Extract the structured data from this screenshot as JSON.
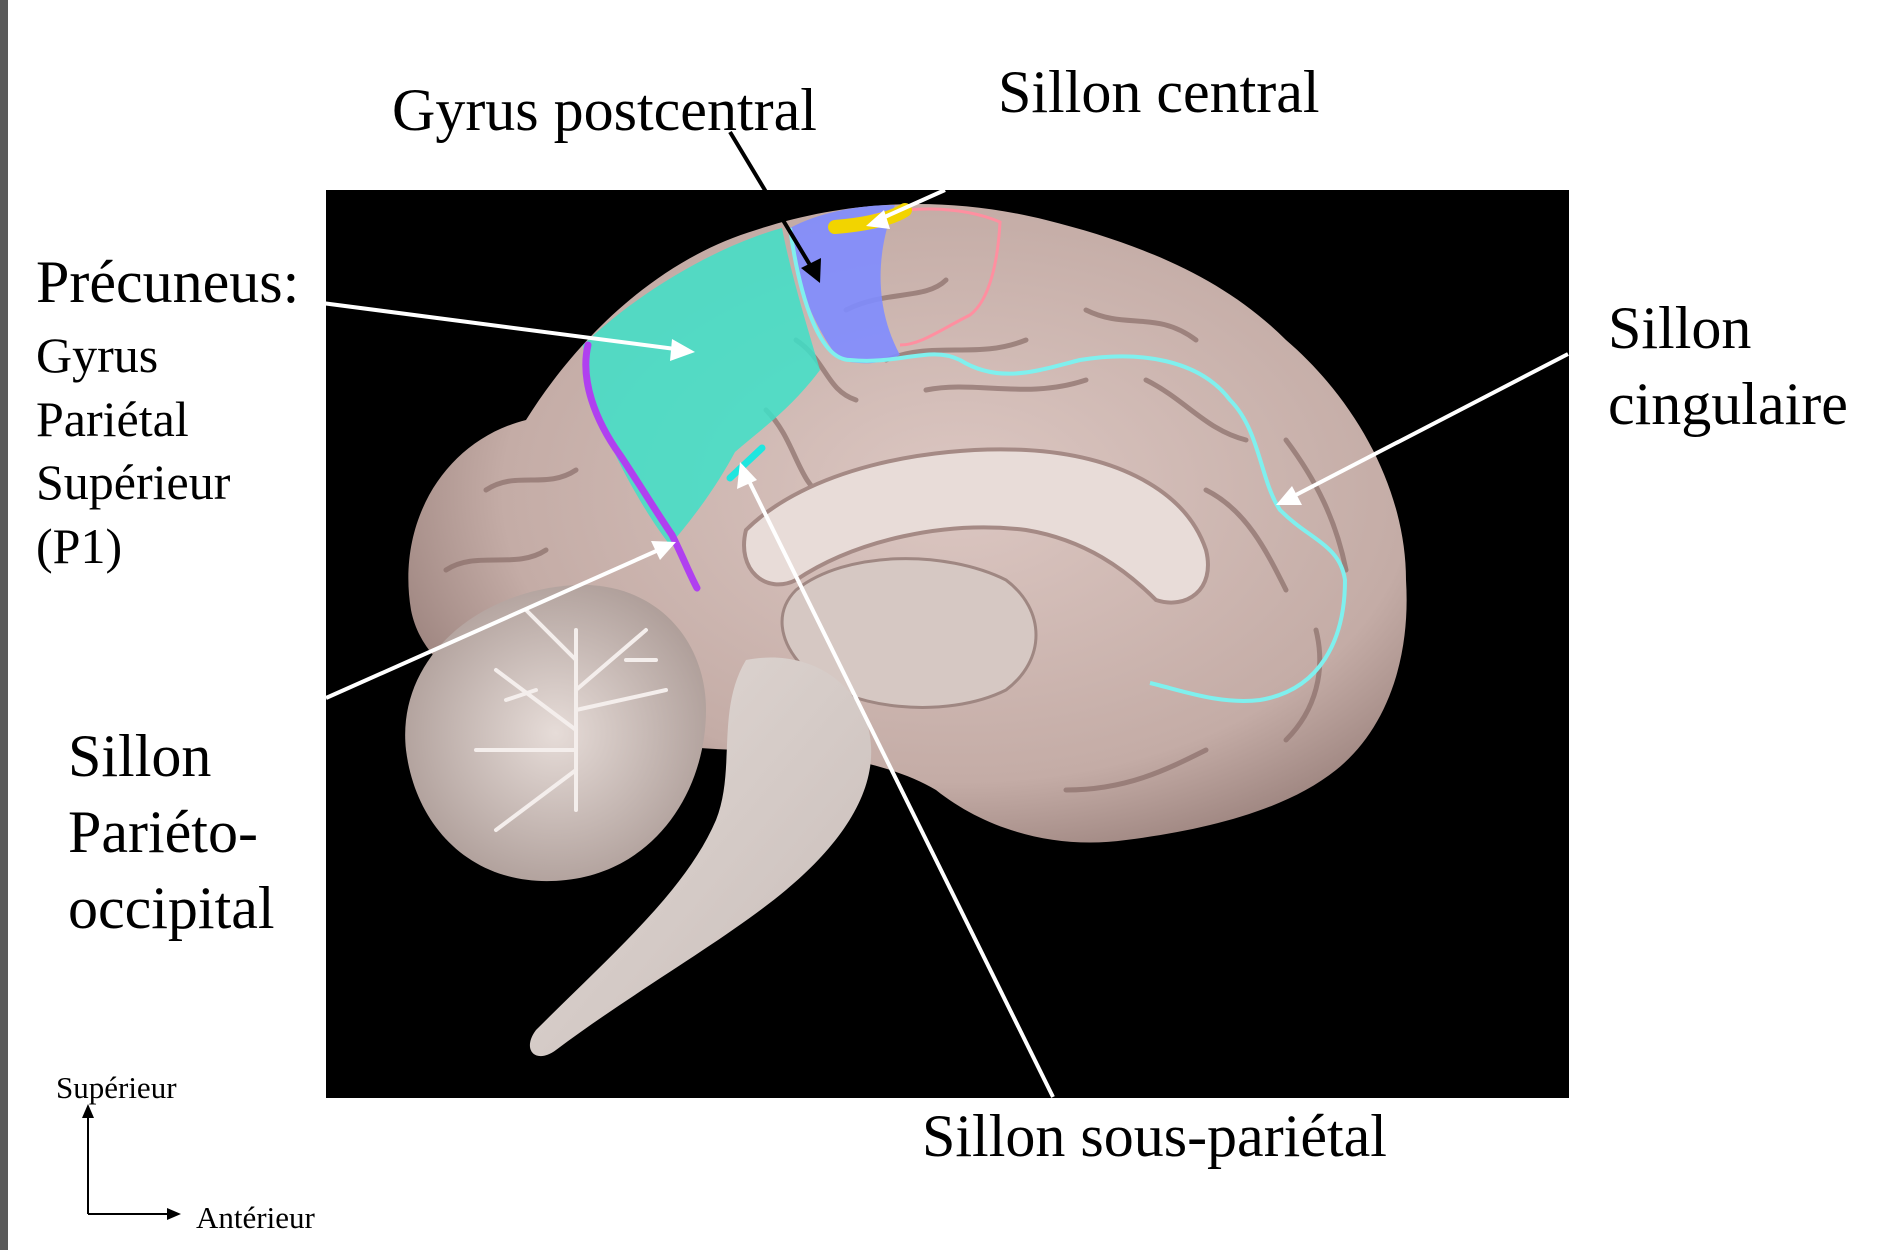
{
  "labels": {
    "gyrus_postcentral": "Gyrus postcentral",
    "sillon_central": "Sillon central",
    "precuneus_title": "Précuneus:",
    "precuneus_lines": [
      "Gyrus",
      "Pariétal",
      "Supérieur",
      "(P1)"
    ],
    "sillon_cingulaire_lines": [
      "Sillon",
      "cingulaire"
    ],
    "sillon_parieto_lines": [
      "Sillon",
      "Pariéto-",
      "occipital"
    ],
    "sillon_sous_parietal": "Sillon sous-pariétal"
  },
  "orientation": {
    "vertical": "Supérieur",
    "horizontal": "Antérieur"
  },
  "colors": {
    "precuneus_fill": "#3ee0c8",
    "postcentral_fill": "#7f8cff",
    "sillon_central": "#f2d400",
    "paracentral_outline": "#ff8fa0",
    "sillon_cingulaire": "#7ff0ee",
    "sillon_parieto_occipital": "#b040f0",
    "sillon_sous_parietal": "#1fe6df",
    "pointer_light": "#ffffff",
    "pointer_dark": "#000000",
    "brain_tissue": "#c9b3ad",
    "background": "#000000"
  }
}
